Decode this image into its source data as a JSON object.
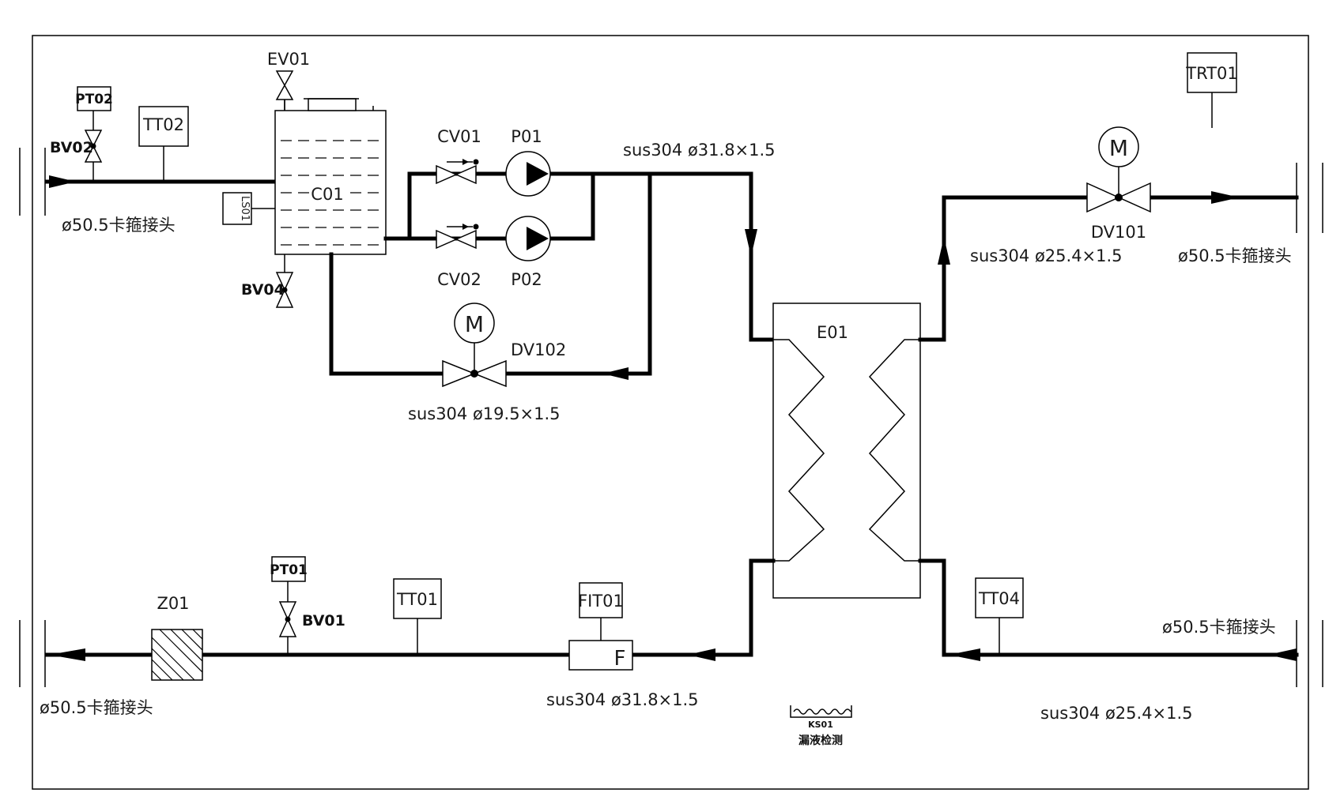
{
  "labels": {
    "EV01": "EV01",
    "PT02": "PT02",
    "TT02": "TT02",
    "BV02": "BV02",
    "C01": "C01",
    "LS01": "LS01",
    "BV04": "BV04",
    "CV01": "CV01",
    "CV02": "CV02",
    "P01": "P01",
    "P02": "P02",
    "DV102": "DV102",
    "DV101": "DV101",
    "TRT01": "TRT01",
    "E01": "E01",
    "TT04": "TT04",
    "Z01": "Z01",
    "PT01": "PT01",
    "BV01": "BV01",
    "TT01": "TT01",
    "FIT01": "FIT01",
    "F": "F",
    "M1": "M",
    "M2": "M",
    "KS01": "KS01",
    "leak": "漏液检测"
  },
  "pipe_specs": {
    "main_top": "sus304 ø31.8×1.5",
    "bypass": "sus304 ø19.5×1.5",
    "out_top": "sus304 ø25.4×1.5",
    "bottom_mid": "sus304 ø31.8×1.5",
    "bottom_right": "sus304 ø25.4×1.5"
  },
  "connectors": {
    "top_left": "ø50.5卡箍接头",
    "top_right": "ø50.5卡箍接头",
    "bottom_left": "ø50.5卡箍接头",
    "bottom_right": "ø50.5卡箍接头"
  }
}
